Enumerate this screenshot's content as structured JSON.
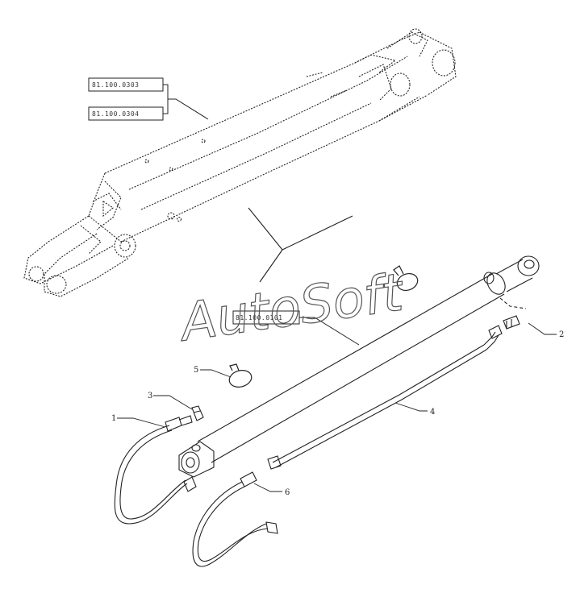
{
  "references": {
    "boom_top": "81.100.0303",
    "boom_bottom": "81.100.0304",
    "cylinder": "81.100.0101"
  },
  "callouts": {
    "c1": "1",
    "c2": "2",
    "c3": "3",
    "c4": "4",
    "c5": "5",
    "c6": "6"
  },
  "watermark": "AutoSoft"
}
